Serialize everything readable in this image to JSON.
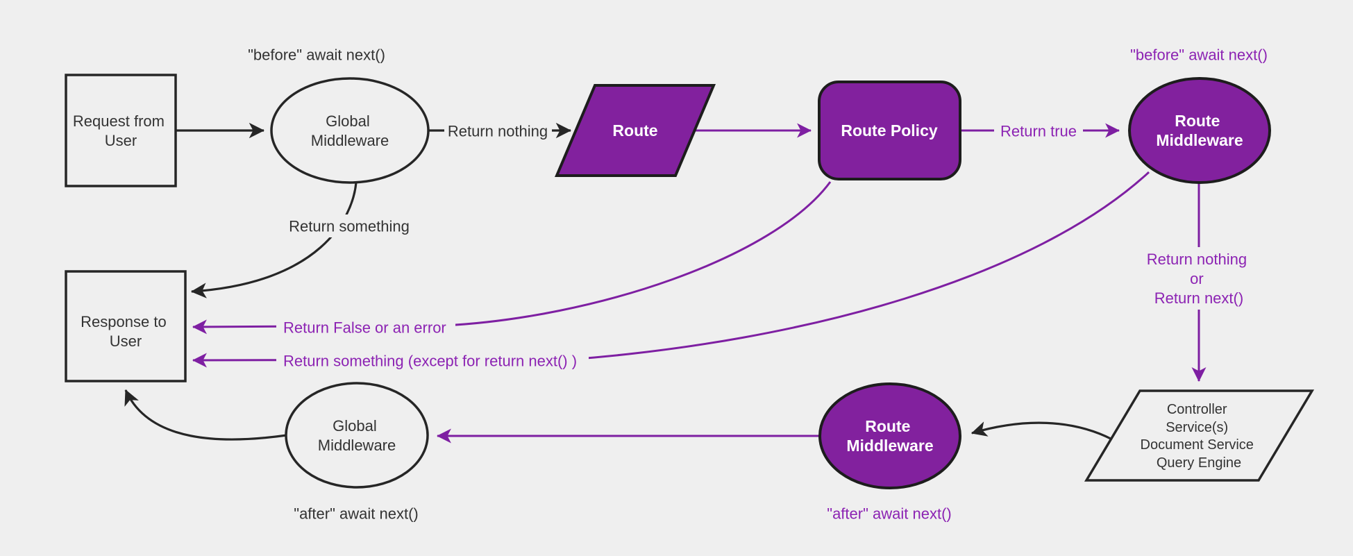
{
  "colors": {
    "background": "#efefef",
    "node_fill_purple": "#82219e",
    "stroke_dark": "#262626",
    "stroke_purple": "#7e1fa2",
    "text_dark": "#333333",
    "text_purple": "#8c23b3",
    "text_on_purple": "#ffffff"
  },
  "nodes": {
    "request_from_user": {
      "shape": "rectangle",
      "lines": [
        "Request from",
        "User"
      ]
    },
    "global_middleware_top": {
      "shape": "ellipse",
      "lines": [
        "Global",
        "Middleware"
      ]
    },
    "route": {
      "shape": "parallelogram",
      "lines": [
        "Route"
      ]
    },
    "route_policy": {
      "shape": "rounded-rectangle",
      "lines": [
        "Route Policy"
      ]
    },
    "route_middleware_top": {
      "shape": "ellipse",
      "lines": [
        "Route",
        "Middleware"
      ]
    },
    "controller": {
      "shape": "parallelogram",
      "lines": [
        "Controller",
        "Service(s)",
        "Document Service",
        "Query Engine"
      ]
    },
    "route_middleware_bottom": {
      "shape": "ellipse",
      "lines": [
        "Route",
        "Middleware"
      ]
    },
    "global_middleware_bottom": {
      "shape": "ellipse",
      "lines": [
        "Global",
        "Middleware"
      ]
    },
    "response_to_user": {
      "shape": "rectangle",
      "lines": [
        "Response to",
        "User"
      ]
    }
  },
  "labels": {
    "before_await_next_global": "\"before\" await next()",
    "before_await_next_route": "\"before\" await next()",
    "return_nothing": "Return nothing",
    "return_true": "Return true",
    "return_nothing_or": [
      "Return nothing",
      "or",
      "Return next()"
    ],
    "return_something": "Return something",
    "return_false_or_error": "Return False or an error",
    "return_something_except": "Return something (except for return next() )",
    "after_await_next_route": "\"after\" await next()",
    "after_await_next_global": "\"after\" await next()"
  }
}
